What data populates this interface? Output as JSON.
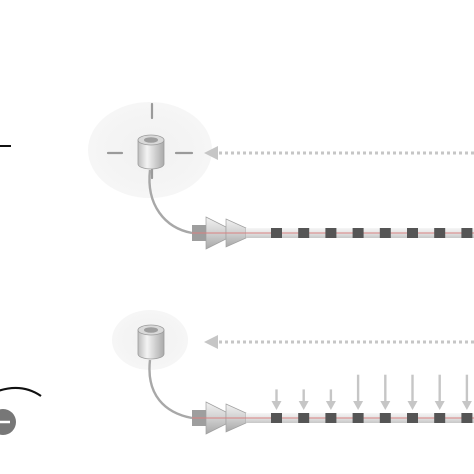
{
  "diagram": {
    "panels": [
      {
        "id": "top",
        "has_crosshair": true,
        "has_side_bar": true,
        "has_circle_badge": false,
        "incoming_arrow_style": "dotted",
        "segment_count": 8,
        "down_arrows": []
      },
      {
        "id": "bottom",
        "has_crosshair": false,
        "has_side_bar": false,
        "has_circle_badge": true,
        "incoming_arrow_style": "dotted",
        "segment_count": 8,
        "down_arrows": [
          {
            "level": 0.3
          },
          {
            "level": 0.3
          },
          {
            "level": 0.3
          },
          {
            "level": 0.65
          },
          {
            "level": 0.65
          },
          {
            "level": 0.65
          },
          {
            "level": 0.65
          },
          {
            "level": 0.65
          }
        ]
      }
    ],
    "colors": {
      "halo": "#eeeeee",
      "tube": "#e2e2e2",
      "tube_shadow": "#c8c8c8",
      "core_line": "#d98080",
      "segment": "#555555",
      "arrow": "#c6c6c6",
      "curve": "#a8a8a8",
      "ink": "#111111",
      "badge": "#777777"
    },
    "icons": [
      "cylinder-icon",
      "crosshair-icon",
      "funnel-icon",
      "down-arrow-icon",
      "minus-circle-icon"
    ]
  }
}
